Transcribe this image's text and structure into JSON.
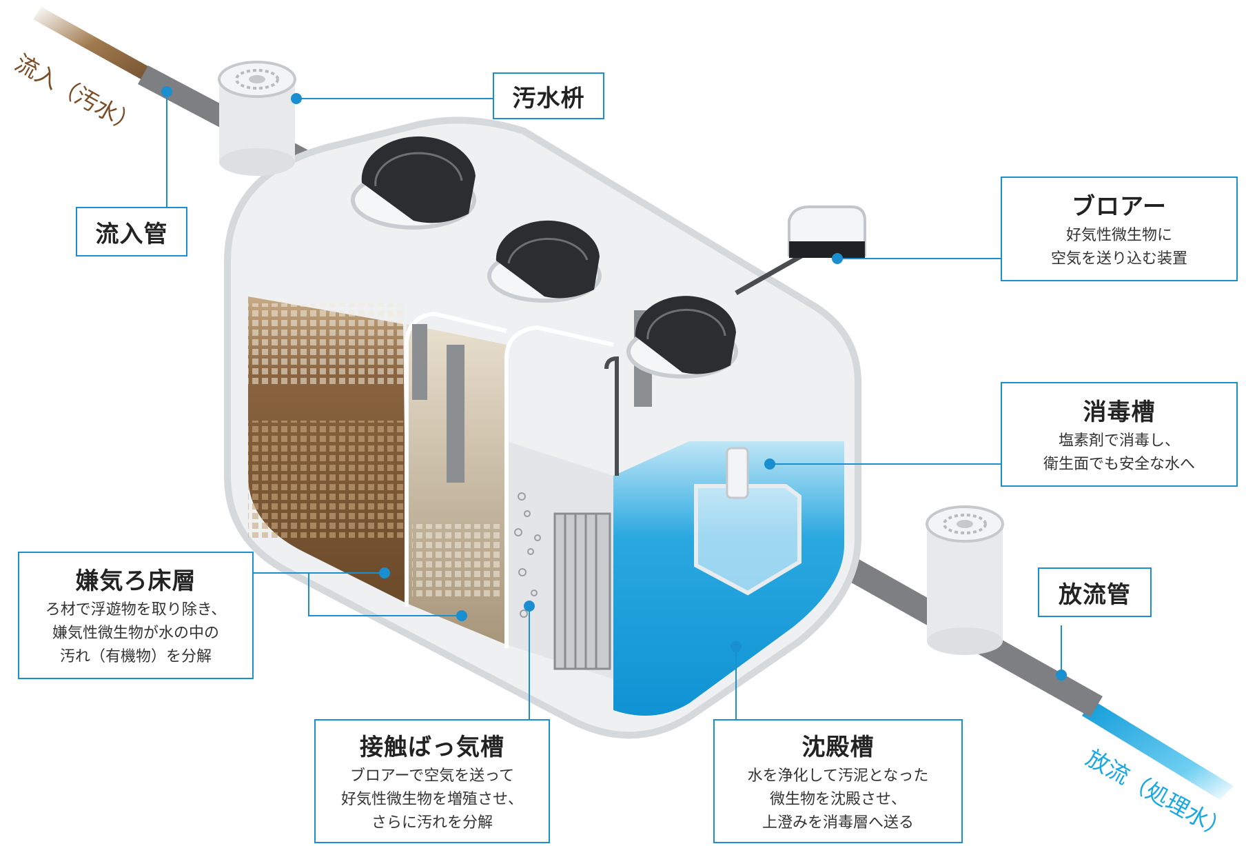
{
  "flow_in": {
    "text": "流入（汚水）",
    "color": "#7a4f27"
  },
  "flow_out": {
    "text": "放流（処理水）",
    "color": "#1aa8e0"
  },
  "labels": {
    "masu": {
      "title": "汚水枡"
    },
    "inlet_pipe": {
      "title": "流入管"
    },
    "blower": {
      "title": "ブロアー",
      "lines": [
        "好気性微生物に",
        "空気を送り込む装置"
      ]
    },
    "disinfection": {
      "title": "消毒槽",
      "lines": [
        "塩素剤で消毒し、",
        "衛生面でも安全な水へ"
      ]
    },
    "outlet_pipe": {
      "title": "放流管"
    },
    "anaerobic": {
      "title": "嫌気ろ床層",
      "lines": [
        "ろ材で浮遊物を取り除き、",
        "嫌気性微生物が水の中の",
        "汚れ（有機物）を分解"
      ]
    },
    "aeration": {
      "title": "接触ばっ気槽",
      "lines": [
        "ブロアーで空気を送って",
        "好気性微生物を増殖させ、",
        "さらに汚れを分解"
      ]
    },
    "sedimentation": {
      "title": "沈殿槽",
      "lines": [
        "水を浄化して汚泥となった",
        "微生物を沈殿させ、",
        "上澄みを消毒層へ送る"
      ]
    }
  },
  "colors": {
    "leader": "#1a8fd0",
    "sewage": "#6b4a2a",
    "treated": "#1aa8e0",
    "tank_shell": "#e6e8ea"
  }
}
